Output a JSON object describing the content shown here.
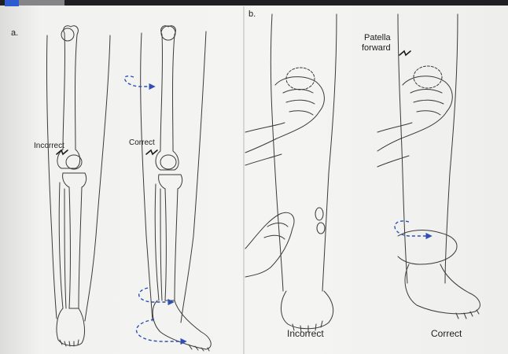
{
  "panels": {
    "a": {
      "letter": "a.",
      "incorrect_label": "Incorrect",
      "correct_label": "Correct"
    },
    "b": {
      "letter": "b.",
      "patella_label_line1": "Patella",
      "patella_label_line2": "forward",
      "incorrect_caption": "Incorrect",
      "correct_caption": "Correct"
    }
  },
  "colors": {
    "line": "#3a3a3a",
    "arrow": "#2f4fb5",
    "accent": "#2f5bd1",
    "background": "#f3f3f1"
  },
  "icons": {
    "rotation_arrow": "dashed-curved-arrow-icon",
    "pointer": "zigzag-leader-icon"
  }
}
